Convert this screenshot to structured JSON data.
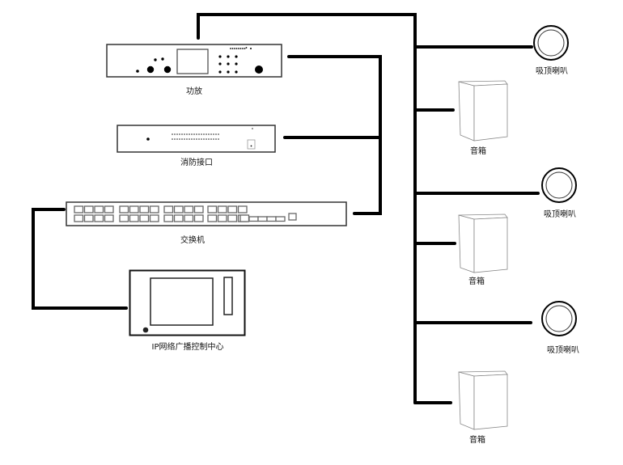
{
  "diagram": {
    "title": "IP网络广播系统连接图",
    "devices": {
      "amplifier": {
        "label": "功放"
      },
      "fire_interface": {
        "label": "消防接口"
      },
      "switch": {
        "label": "交换机"
      },
      "control_center": {
        "label": "IP网络广播控制中心"
      }
    },
    "ceiling_speakers": [
      {
        "label": "吸顶喇叭"
      },
      {
        "label": "吸顶喇叭"
      },
      {
        "label": "吸顶喇叭"
      }
    ],
    "speaker_boxes": [
      {
        "label": "音箱"
      },
      {
        "label": "音箱"
      },
      {
        "label": "音箱"
      }
    ],
    "colors": {
      "wire": "#000000",
      "device_outline": "#333333",
      "background": "#ffffff"
    }
  }
}
